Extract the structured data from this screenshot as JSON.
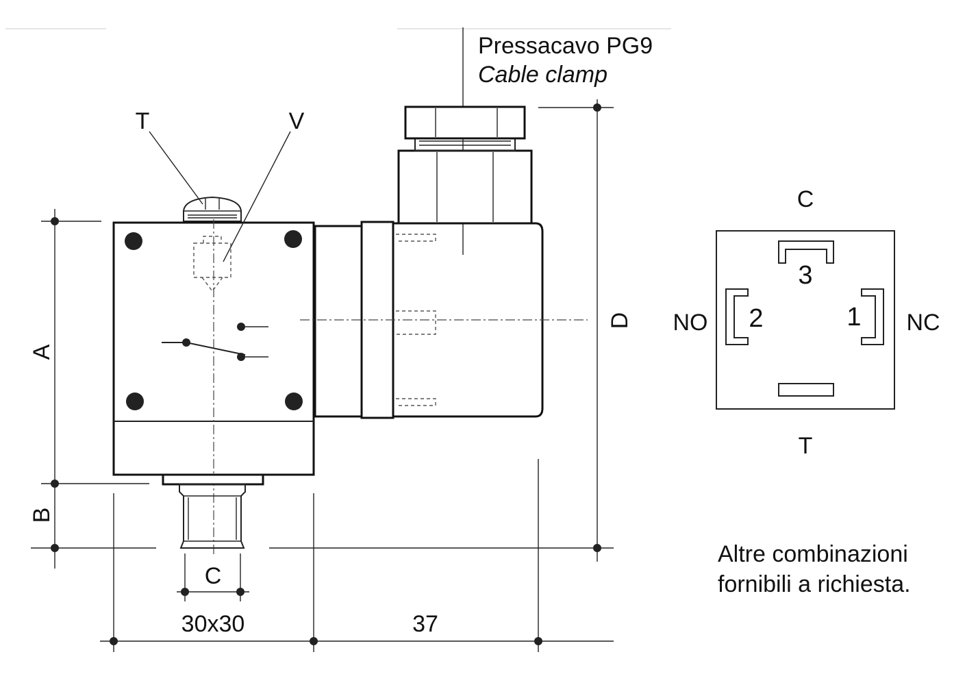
{
  "cable_clamp": {
    "it": "Pressacavo  PG9",
    "en": "Cable clamp"
  },
  "callouts": {
    "T": "T",
    "V": "V"
  },
  "dimensions": {
    "A": "A",
    "B": "B",
    "C": "C",
    "D": "D",
    "width": "30x30",
    "length": "37"
  },
  "connector": {
    "top": "C",
    "bottom": "T",
    "left": "NO",
    "right": "NC",
    "pins": {
      "p1": "1",
      "p2": "2",
      "p3": "3"
    }
  },
  "note": {
    "line1": "Altre combinazioni",
    "line2": "fornibili a richiesta."
  }
}
